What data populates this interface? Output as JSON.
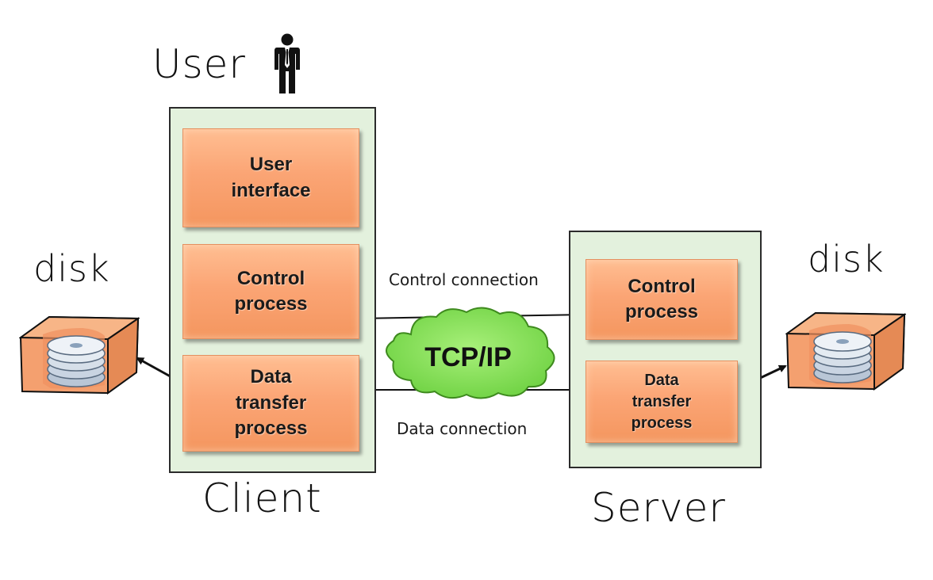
{
  "labels": {
    "user": "User",
    "client": "Client",
    "server": "Server",
    "disk_left": "disk",
    "disk_right": "disk"
  },
  "client": {
    "user_interface": "User\ninterface",
    "control_process": "Control\nprocess",
    "data_transfer_process": "Data\ntransfer\nprocess"
  },
  "server": {
    "control_process": "Control\nprocess",
    "data_transfer_process": "Data\ntransfer\nprocess"
  },
  "network": {
    "cloud_label": "TCP/IP",
    "control_connection": "Control connection",
    "data_connection": "Data connection"
  },
  "icons": {
    "user": "person-icon",
    "disk": "disk-box-icon",
    "network": "cloud-icon"
  },
  "colors": {
    "host_box": "#e3f1dd",
    "process_box": "#fba575",
    "cloud": "#86e05a",
    "disk_box": "#f4a06f"
  }
}
